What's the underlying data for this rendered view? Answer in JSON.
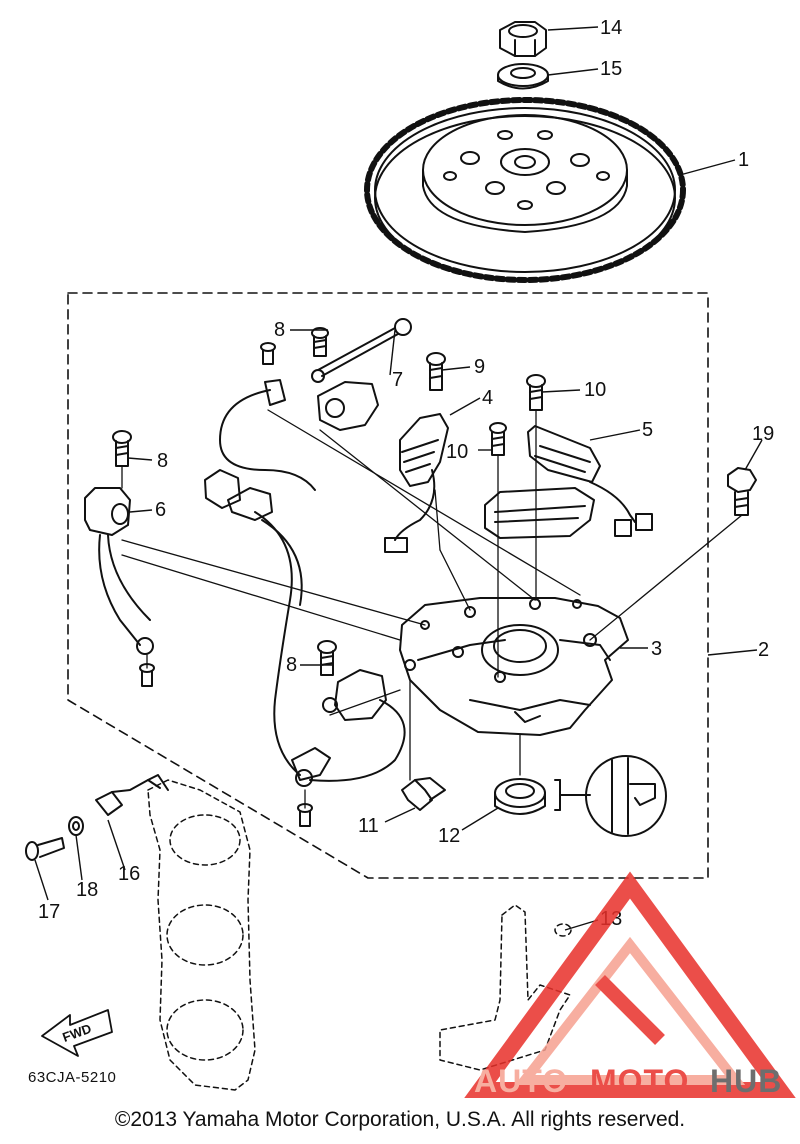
{
  "callouts": {
    "c1": "1",
    "c2": "2",
    "c3": "3",
    "c4": "4",
    "c5": "5",
    "c6": "6",
    "c7": "7",
    "c8a": "8",
    "c8b": "8",
    "c8c": "8",
    "c9": "9",
    "c10a": "10",
    "c10b": "10",
    "c11": "11",
    "c12": "12",
    "c13": "13",
    "c14": "14",
    "c15": "15",
    "c16": "16",
    "c17": "17",
    "c18": "18",
    "c19": "19"
  },
  "fwd_label": "FWD",
  "diagram_code": "63CJA-5210",
  "copyright": "©2013 Yamaha Motor Corporation, U.S.A. All rights reserved.",
  "watermark": {
    "auto": "AUTO",
    "moto": "MOTO",
    "hub": "HUB",
    "color_main": "#e8302a",
    "color_light": "#f6a090",
    "color_text": "#555555"
  }
}
